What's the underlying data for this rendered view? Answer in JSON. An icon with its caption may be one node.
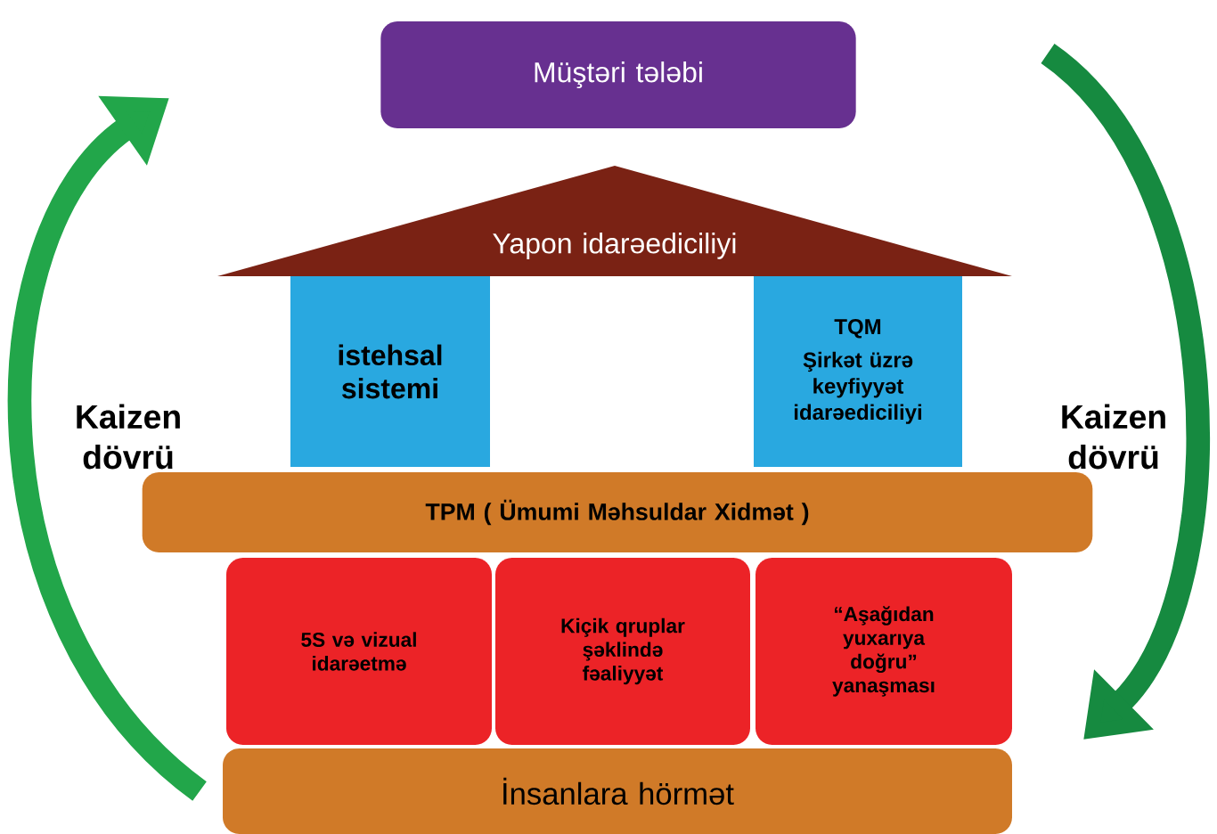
{
  "diagram": {
    "nodes": [
      {
        "text": [
          "Müştəri tələbi"
        ]
      },
      {
        "text": [
          "Yapon idarəediciliyi"
        ]
      },
      {
        "text": [
          "istehsal sistemi"
        ]
      },
      {
        "text": [
          "TQM",
          "Şirkət üzrə keyfiyyət idarəediciliyi"
        ]
      },
      {
        "text": [
          "TPM ( Ümumi Məhsuldar Xidmət )"
        ]
      },
      {
        "text": [
          "5S və vizual idarəetmə"
        ]
      },
      {
        "text": [
          "Kiçik qruplar şəklində fəaliyyət"
        ]
      },
      {
        "text": [
          "“Aşağıdan yuxarıya doğru” yanaşması"
        ]
      },
      {
        "text": [
          "İnsanlara hörmət"
        ]
      }
    ],
    "labels": [
      "Kaizen dövrü",
      "Kaizen dövrü"
    ]
  }
}
